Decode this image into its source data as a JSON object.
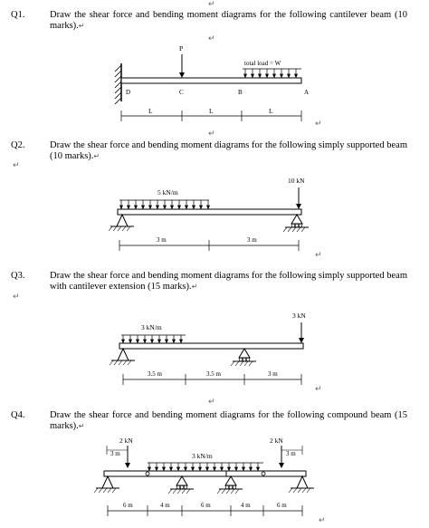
{
  "q1": {
    "num": "Q1.",
    "text": "Draw the shear force and bending moment diagrams for the following cantilever beam (10 marks).",
    "load_P": "P",
    "dist_label": "total load = W",
    "points": [
      "D",
      "C",
      "B",
      "A"
    ],
    "spans": [
      "L",
      "L",
      "L"
    ]
  },
  "q2": {
    "num": "Q2.",
    "text": "Draw the shear force and bending moment diagrams for the following simply supported beam (10 marks).",
    "udl": "5 kN/m",
    "point_load": "10 kN",
    "spans": [
      "3 m",
      "3 m"
    ]
  },
  "q3": {
    "num": "Q3.",
    "text": "Draw the shear force and bending moment diagrams for the following simply supported beam with cantilever extension (15 marks).",
    "udl": "3 kN/m",
    "point_load": "3 kN",
    "spans": [
      "3.5 m",
      "3.5 m",
      "3 m"
    ]
  },
  "q4": {
    "num": "Q4.",
    "text": "Draw the shear force and bending moment diagrams for the following compound beam (15 marks).",
    "load_left": "2 kN",
    "load_right": "2 kN",
    "offset_left": "3 m",
    "offset_right": "3 m",
    "udl": "3 kN/m",
    "spans": [
      "6 m",
      "4 m",
      "6 m",
      "4 m",
      "6 m"
    ]
  }
}
